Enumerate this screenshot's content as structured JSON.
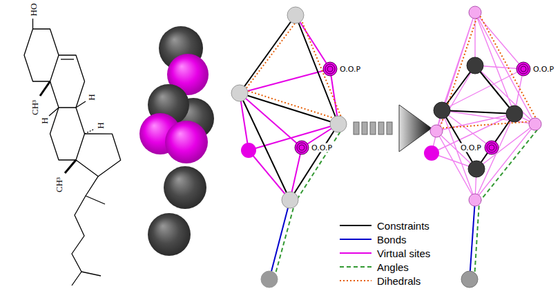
{
  "diagram": {
    "labels": [
      "HO",
      "CH³",
      "H",
      "H",
      "H",
      "CH³",
      "O.O.P",
      "O.O.P",
      "O.O.P",
      "O.O.P"
    ],
    "legend": [
      {
        "text": "Constraints"
      },
      {
        "text": "Bonds"
      },
      {
        "text": "Virtual sites"
      },
      {
        "text": "Angles"
      },
      {
        "text": "Dihedrals"
      }
    ]
  }
}
